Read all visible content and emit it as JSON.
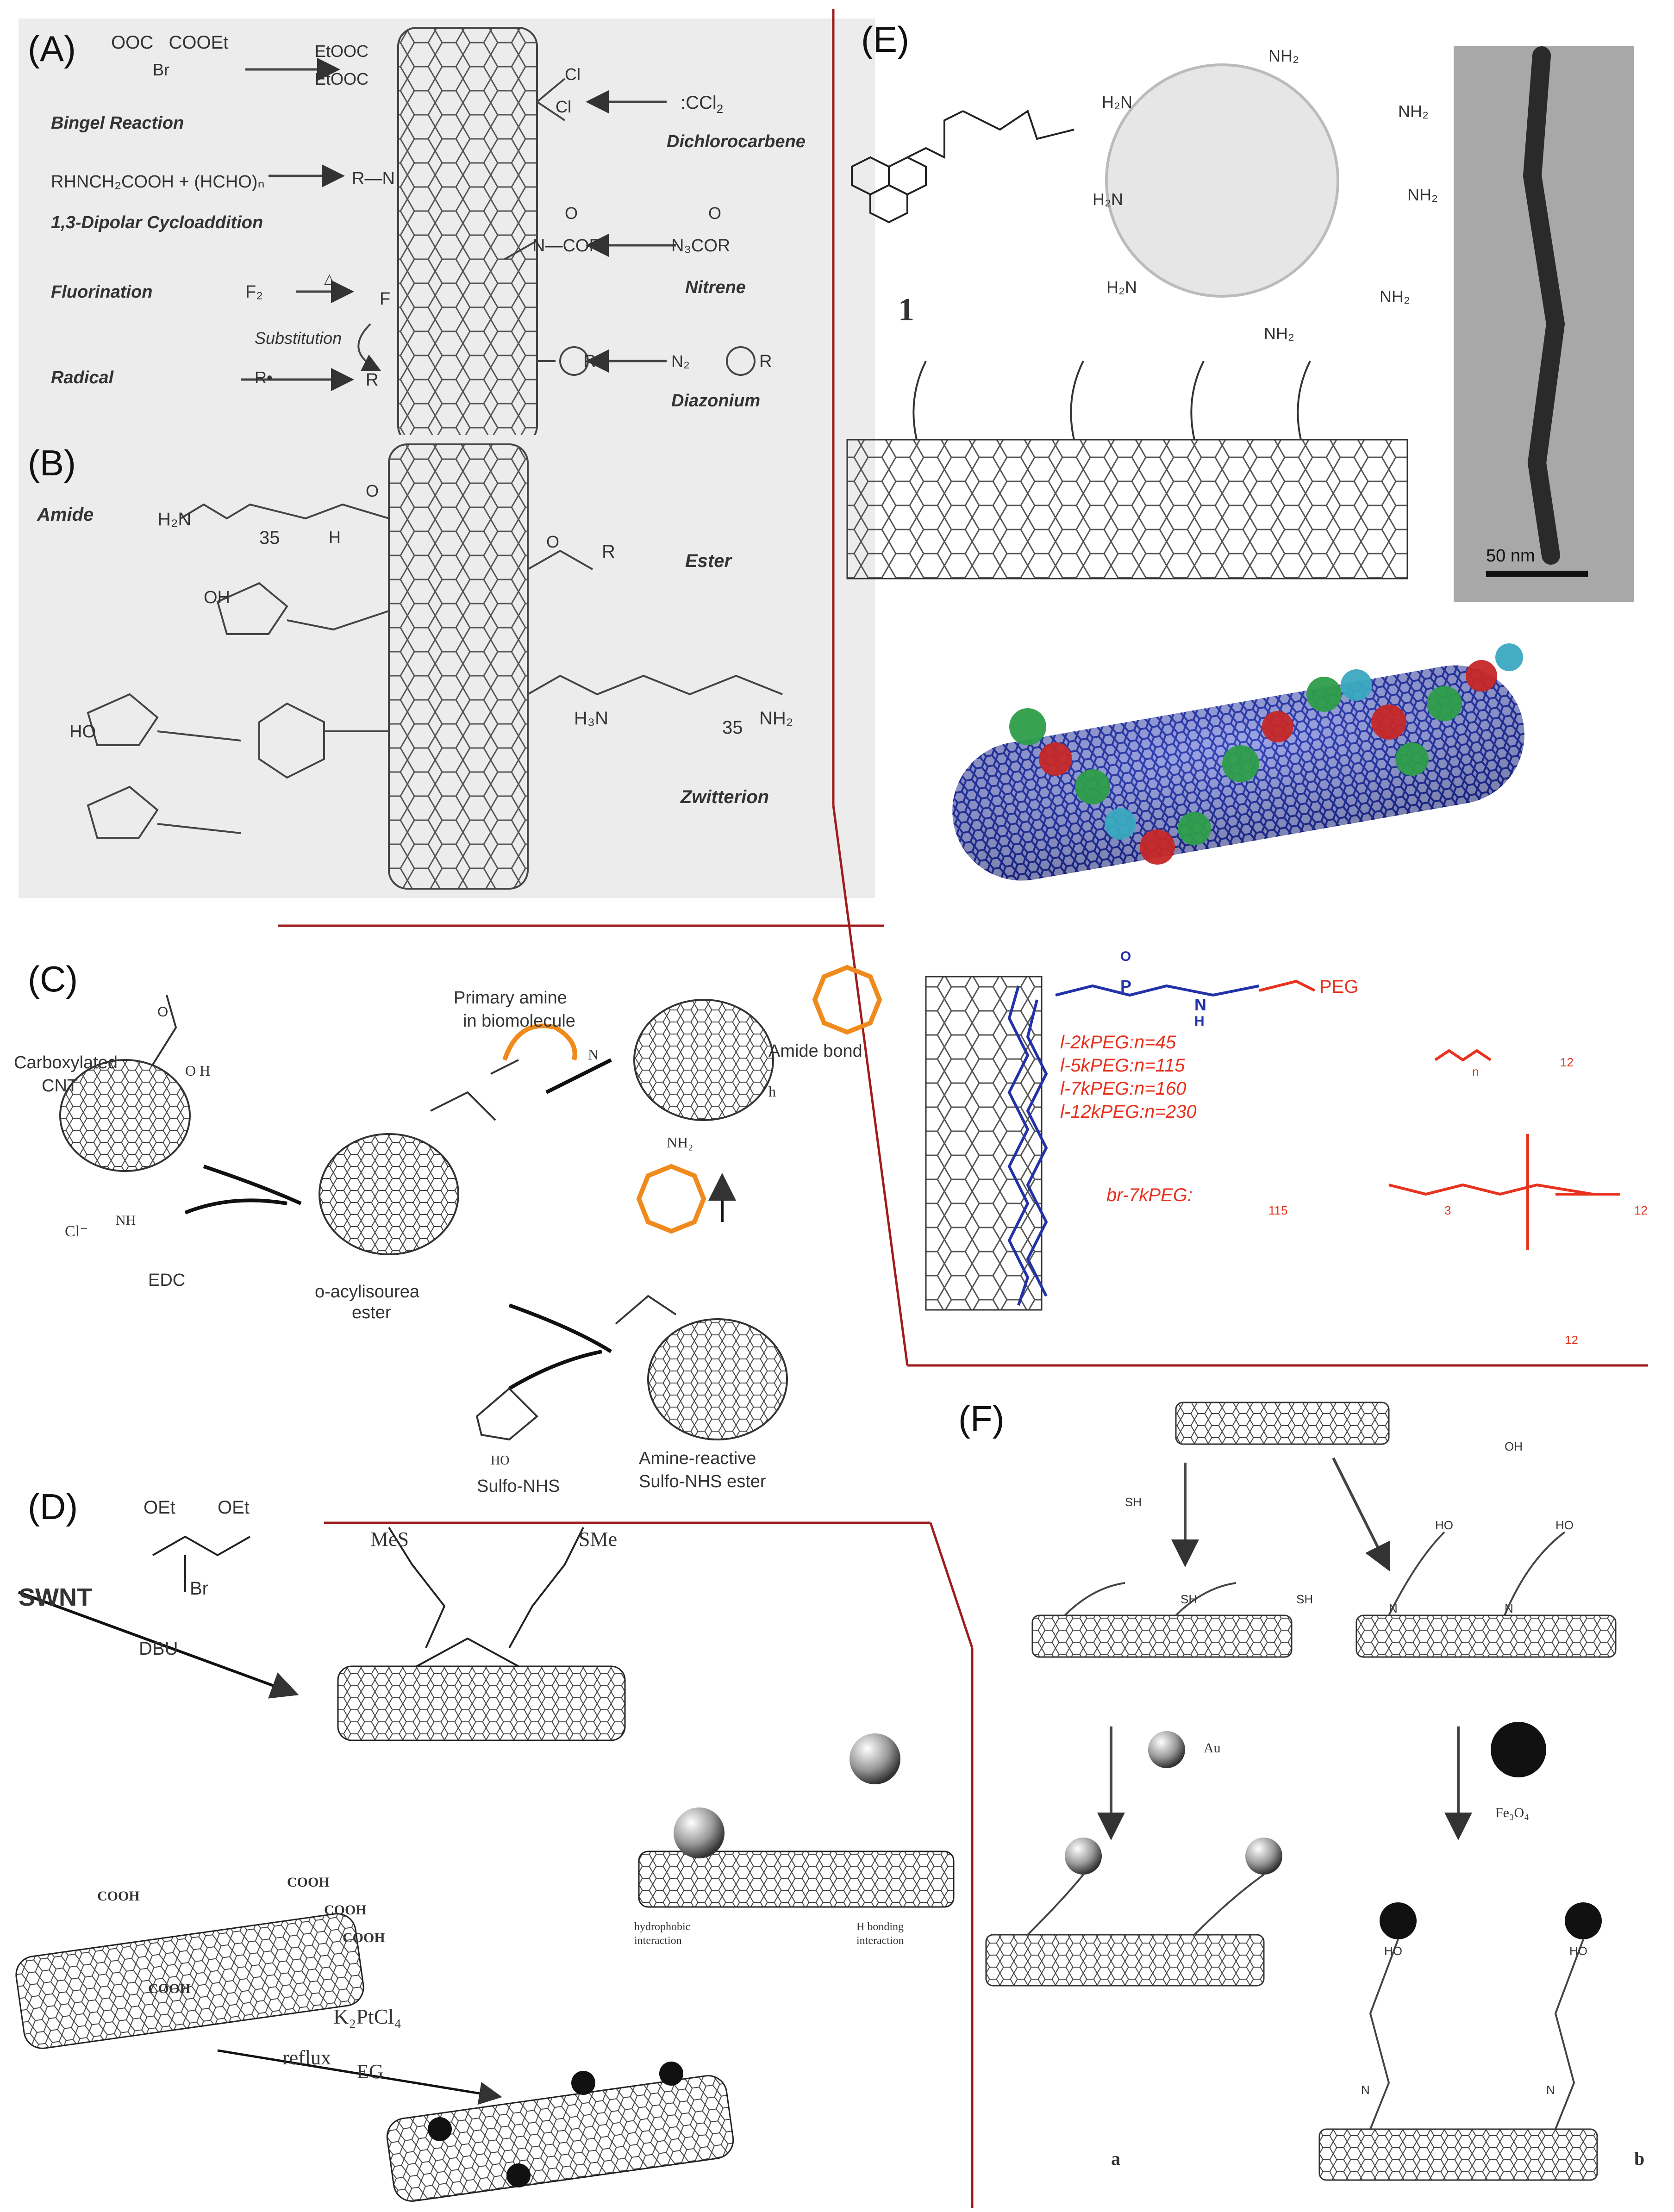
{
  "panels": {
    "A": {
      "letter": "(A)",
      "reagents": {
        "bingel_reagent_1": "OOC",
        "bingel_reagent_2": "COOEt",
        "bingel_br": "Br",
        "bingel_prod_1": "EtOOC",
        "bingel_prod_2": "EtOOC",
        "cl1": "Cl",
        "cl2": "Cl",
        "dichlorocarbene_reagent": ":CCl",
        "dichlorocarbene_sub": "2",
        "dipolar_reagent": "RHNCH₂COOH + (HCHO)ₙ",
        "dipolar_product": "R—N",
        "nitrene_product": "N—COR",
        "nitrene_reagent": "N₃COR",
        "fluor_reagent": "F₂",
        "fluor_delta": "△",
        "fluor_product": "F",
        "substitution": "Substitution",
        "radical_reagent": "R•",
        "radical_product": "R",
        "aryl_product": "R",
        "diazonium_reagent": "N₂",
        "diazonium_r": "R",
        "o1": "O",
        "o2": "O"
      },
      "reactions": {
        "bingel": "Bingel Reaction",
        "dichlorocarbene": "Dichlorocarbene",
        "dipolar": "1,3-Dipolar Cycloaddition",
        "nitrene": "Nitrene",
        "fluorination": "Fluorination",
        "diazonium": "Diazonium",
        "radical": "Radical"
      }
    },
    "B": {
      "letter": "(B)",
      "labels": {
        "amide": "Amide",
        "ester": "Ester",
        "zwitterion": "Zwitterion"
      },
      "chem": {
        "h2n": "H₂N",
        "n35_a": "35",
        "n35_b": "35",
        "h_amide": "H",
        "o_amide": "O",
        "r_ester": "R",
        "o_ester": "O",
        "h3n": "H₃N",
        "nh2": "NH₂",
        "oh": "OH",
        "ho": "HO"
      }
    },
    "C": {
      "letter": "(C)",
      "labels": {
        "carboxylated": "Carboxylated",
        "cnt": "CNT",
        "oh": "O H",
        "o": "O",
        "cl": "Cl⁻",
        "edc": "EDC",
        "acylisourea_1": "o-acylisourea",
        "acylisourea_2": "ester",
        "sulfo_nhs": "Sulfo-NHS",
        "amine_reactive_1": "Amine-reactive",
        "amine_reactive_2": "Sulfo-NHS ester",
        "primary_amine_1": "Primary amine",
        "primary_amine_2": "in biomolecule",
        "amide_bond": "Amide bond",
        "n": "N",
        "nh2": "NH₂",
        "h": "h",
        "nh": "NH",
        "ho": "HO"
      }
    },
    "D": {
      "letter": "(D)",
      "labels": {
        "oet1": "OEt",
        "oet2": "OEt",
        "br": "Br",
        "swnt": "SWNT",
        "dbu": "DBU",
        "mes": "MeS",
        "sme": "SMe",
        "cooh1": "COOH",
        "cooh2": "COOH",
        "cooh3": "COOH",
        "cooh4": "COOH",
        "cooh5": "COOH",
        "k2ptcl4": "K₂PtCl₄",
        "reflux": "reflux",
        "eg": "EG",
        "hydrophobic_1": "hydrophobic",
        "hydrophobic_2": "interaction",
        "hbond_1": "H bonding",
        "hbond_2": "interaction"
      }
    },
    "E": {
      "letter": "(E)",
      "labels": {
        "compound_num": "1",
        "nh2": "NH₂",
        "h2n": "H₂N",
        "scale_bar": "50 nm",
        "peg": "PEG",
        "l2k": "l-2kPEG:n=45",
        "l5k": "l-5kPEG:n=115",
        "l7k": "l-7kPEG:n=160",
        "l12k": "l-12kPEG:n=230",
        "br7k": "br-7kPEG:",
        "n_sub": "n",
        "s12a": "12",
        "s12b": "12",
        "s12c": "12",
        "s115": "115",
        "s3": "3",
        "h": "H",
        "o": "O",
        "p": "P",
        "n_lbl": "N"
      }
    },
    "F": {
      "letter": "(F)",
      "labels": {
        "sh": "SH",
        "oh": "OH",
        "au": "Au",
        "fe3o4": "Fe₃O₄",
        "a": "a",
        "b": "b",
        "n": "N",
        "ho": "HO"
      }
    }
  },
  "colors": {
    "divider": "#a01c1c",
    "peg_red": "#e8321e",
    "lipid_blue": "#2432a8",
    "amine_orange": "#f08a1c",
    "nanotube_blue": "#1c2a9c",
    "panel_gray": "#ececec"
  },
  "icons": [
    "nanotube-icon",
    "nanoparticle-icon",
    "arrow-icon",
    "pyrene-icon",
    "dendrimer-icon",
    "tem-image-icon"
  ]
}
